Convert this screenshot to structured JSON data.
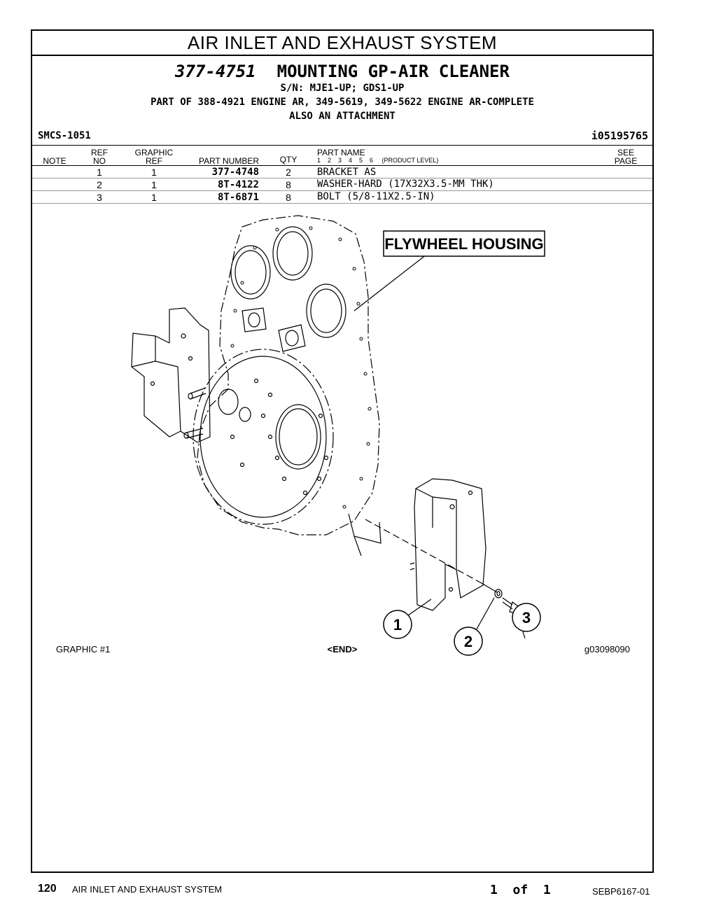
{
  "section_title": "AIR INLET AND EXHAUST SYSTEM",
  "group": {
    "part_number": "377-4751",
    "name": "MOUNTING GP-AIR CLEANER",
    "serial": "S/N: MJE1-UP; GDS1-UP",
    "part_of": "PART OF 388-4921 ENGINE AR, 349-5619, 349-5622 ENGINE AR-COMPLETE",
    "also": "ALSO AN ATTACHMENT"
  },
  "smcs": "SMCS-1051",
  "illustration_id": "i05195765",
  "columns": {
    "note": "NOTE",
    "ref_top": "REF",
    "ref_bottom": "NO",
    "graphic_top": "GRAPHIC",
    "graphic_bottom": "REF",
    "part_number": "PART NUMBER",
    "qty": "QTY",
    "part_name": "PART NAME",
    "levels": "1    2    3    4    5    6     (PRODUCT LEVEL)",
    "see_top": "SEE",
    "see_bottom": "PAGE"
  },
  "parts": [
    {
      "ref": "1",
      "graphic": "1",
      "part_number": "377-4748",
      "qty": "2",
      "name": "BRACKET AS"
    },
    {
      "ref": "2",
      "graphic": "1",
      "part_number": "8T-4122",
      "qty": "8",
      "name": "WASHER-HARD (17X32X3.5-MM THK)"
    },
    {
      "ref": "3",
      "graphic": "1",
      "part_number": "8T-6871",
      "qty": "8",
      "name": "BOLT (5/8-11X2.5-IN)"
    }
  ],
  "drawing": {
    "callout_label": "FLYWHEEL HOUSING",
    "balloons": [
      "1",
      "2",
      "3"
    ]
  },
  "graphic_label": "GRAPHIC #1",
  "end_marker": "<END>",
  "graphic_id": "g03098090",
  "footer": {
    "page_number": "120",
    "section": "AIR INLET AND EXHAUST SYSTEM",
    "page_of": "1  of  1",
    "doc_number": "SEBP6167-01"
  }
}
